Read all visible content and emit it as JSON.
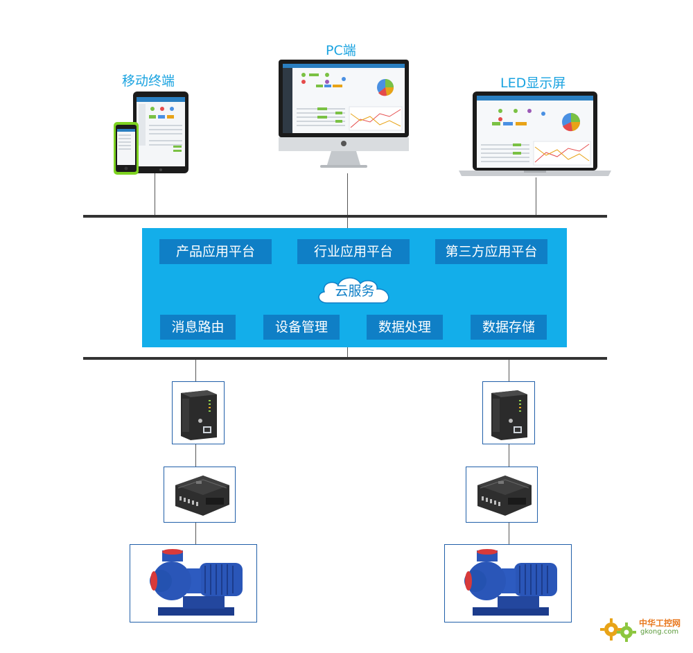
{
  "devices": {
    "mobile_label": "移动终端",
    "pc_label": "PC端",
    "led_label": "LED显示屏"
  },
  "cloud": {
    "apps": [
      "产品应用平台",
      "行业应用平台",
      "第三方应用平台"
    ],
    "center": "云服务",
    "functions": [
      "消息路由",
      "设备管理",
      "数据处理",
      "数据存储"
    ]
  },
  "watermark": {
    "cn": "中华工控网",
    "en": "gkong.com"
  },
  "colors": {
    "label": "#1aa3e0",
    "panel": "#13aeea",
    "tile": "#0f7fc6",
    "bus": "#333333",
    "frame": "#1f5ea8"
  }
}
